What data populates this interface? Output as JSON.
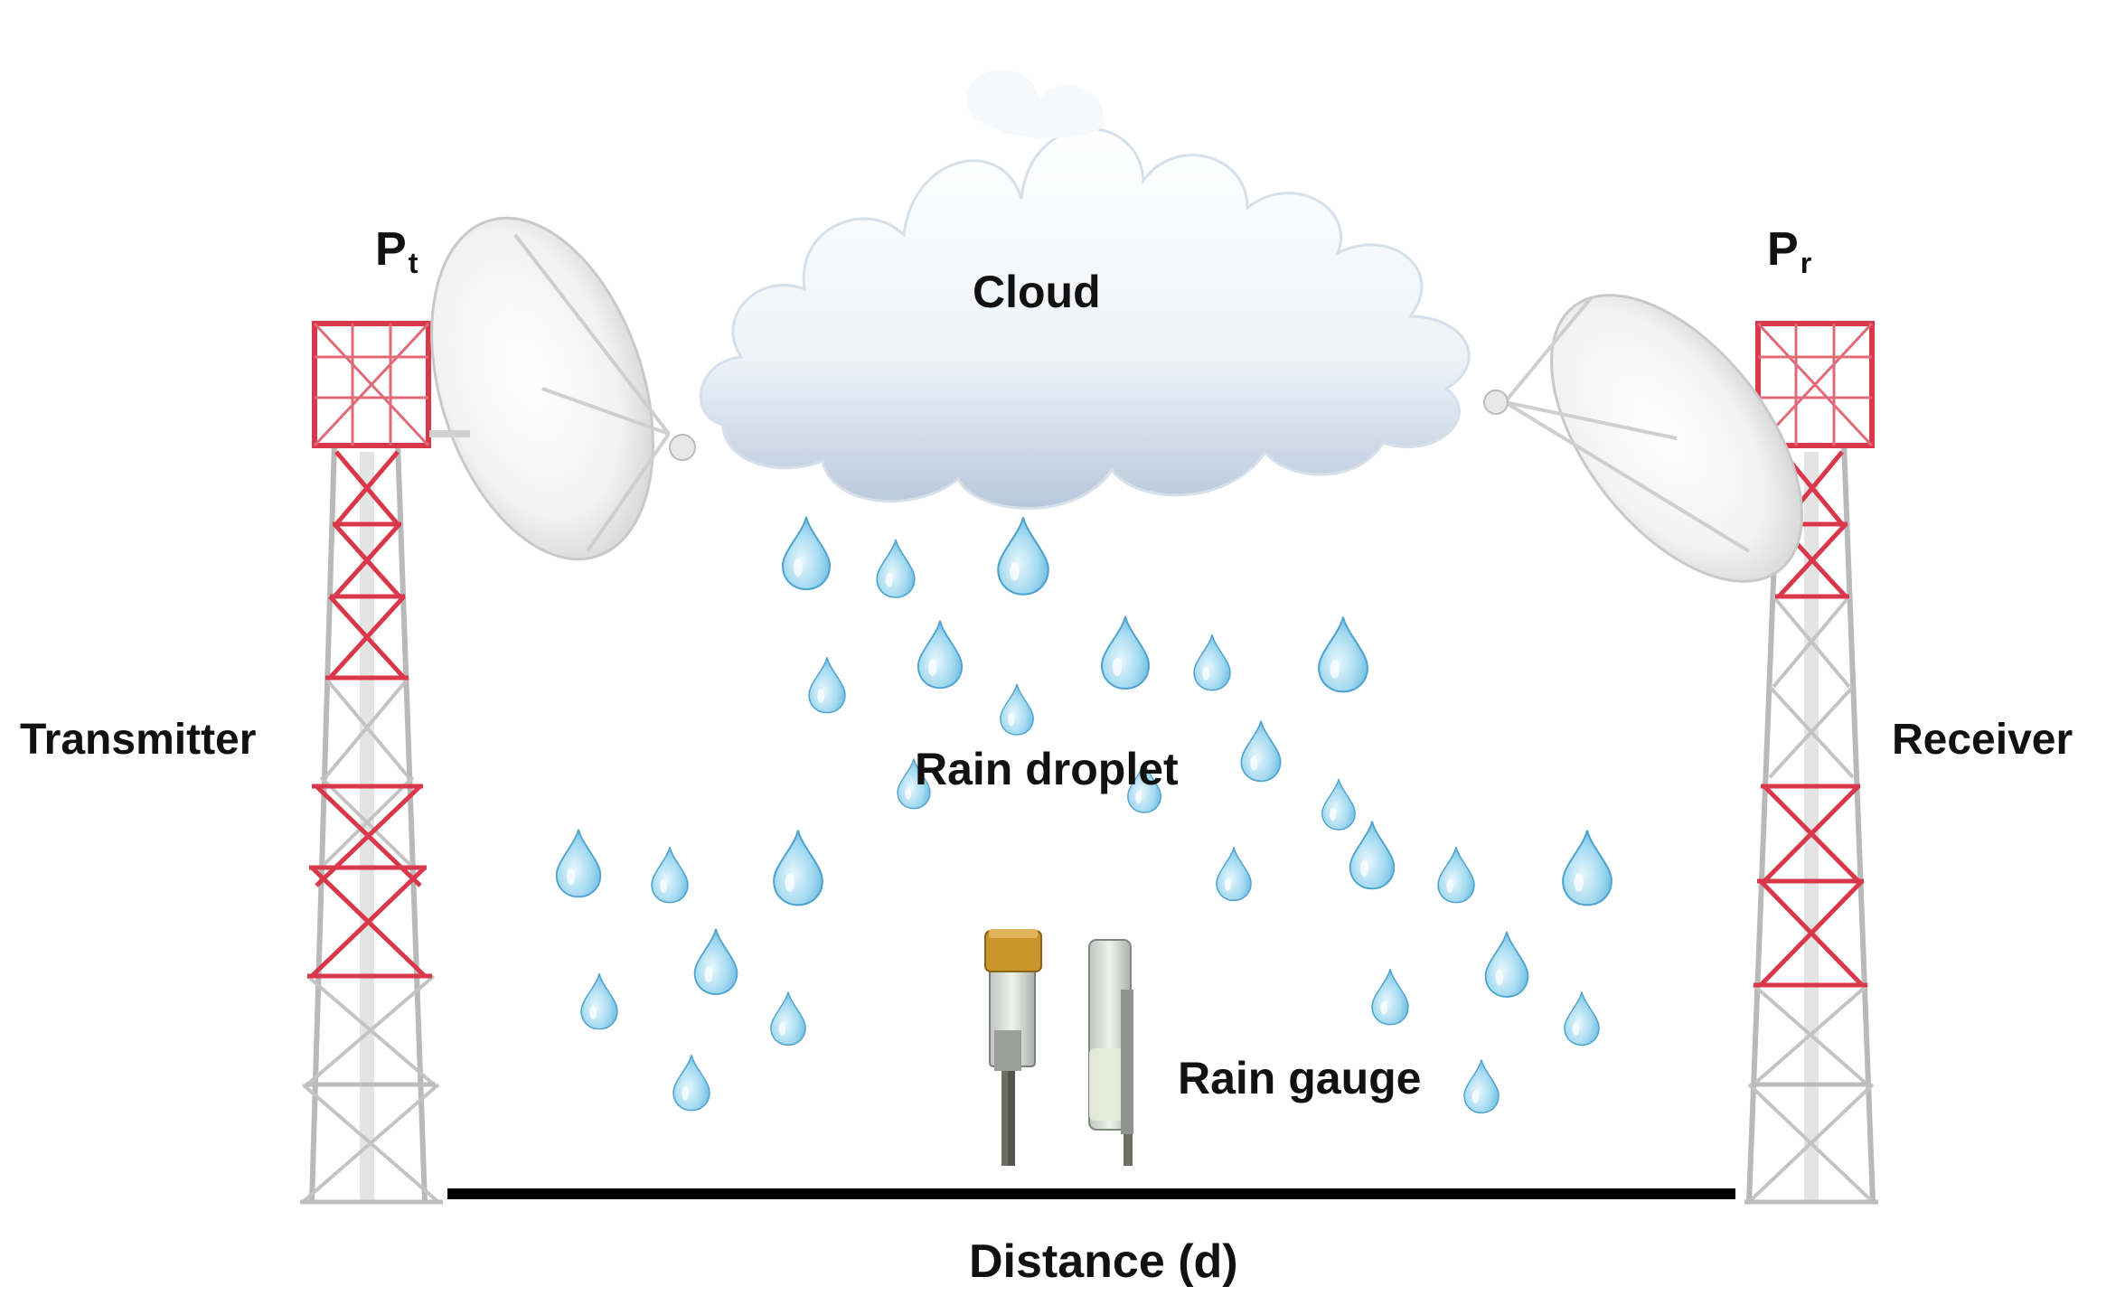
{
  "labels": {
    "cloud": "Cloud",
    "transmitter": "Transmitter",
    "receiver": "Receiver",
    "rain_droplet": "Rain droplet",
    "rain_gauge": "Rain gauge",
    "distance": "Distance (d)",
    "pt_main": "P",
    "pt_sub": "t",
    "pr_main": "P",
    "pr_sub": "r"
  },
  "colors": {
    "tower_red": "#d8384a",
    "tower_grey": "#b9b9b9",
    "droplet": "#8fd0ec",
    "dish": "#eeeeee",
    "baseline": "#000000",
    "gauge_cap": "#c9962b"
  },
  "icons": [
    "tower-icon",
    "satellite-dish-icon",
    "cloud-icon",
    "raindrop-icon",
    "rain-gauge-icon"
  ]
}
